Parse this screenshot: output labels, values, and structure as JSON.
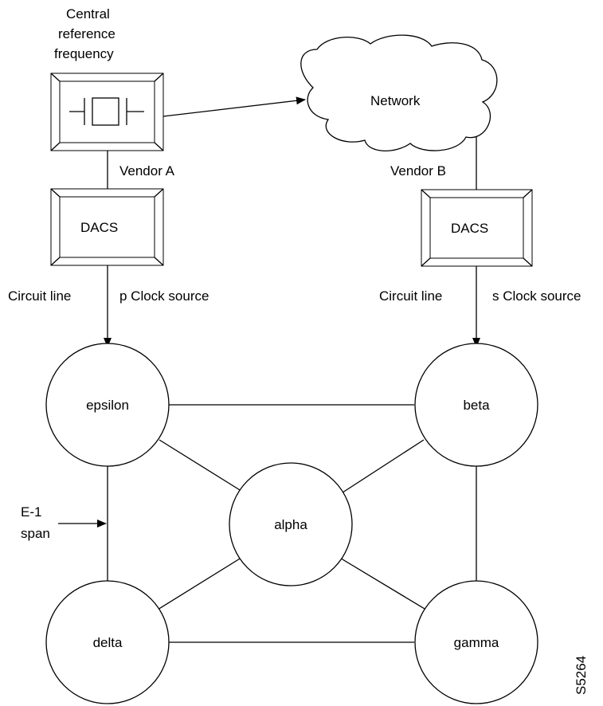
{
  "labels": {
    "reference": [
      "Central",
      "reference",
      "frequency"
    ],
    "network": "Network",
    "vendor_a": "Vendor A",
    "vendor_b": "Vendor B",
    "dacs_left": "DACS",
    "dacs_right": "DACS",
    "circuit_line_left": "Circuit line",
    "p_clock_source": "p Clock source",
    "circuit_line_right": "Circuit line",
    "s_clock_source": "s Clock source",
    "span": [
      "E-1",
      "span"
    ],
    "figure_id": "S5264"
  },
  "nodes": {
    "epsilon": "epsilon",
    "beta": "beta",
    "alpha": "alpha",
    "delta": "delta",
    "gamma": "gamma"
  }
}
